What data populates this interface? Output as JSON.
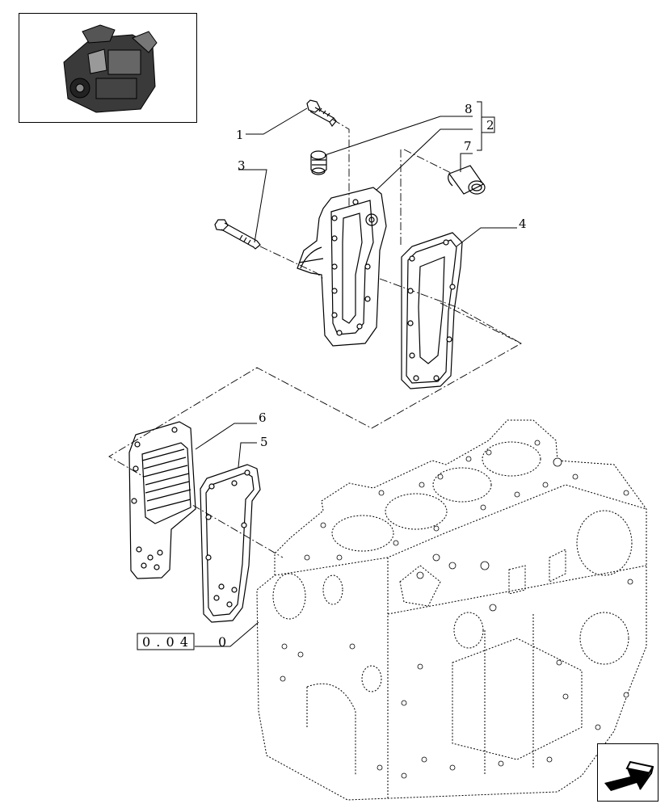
{
  "thumbnail": {
    "icon": "engine-thumbnail-icon"
  },
  "callouts": [
    {
      "id": "1",
      "label": "1"
    },
    {
      "id": "2",
      "label": "2"
    },
    {
      "id": "3",
      "label": "3"
    },
    {
      "id": "4",
      "label": "4"
    },
    {
      "id": "5",
      "label": "5"
    },
    {
      "id": "6",
      "label": "6"
    },
    {
      "id": "7",
      "label": "7"
    },
    {
      "id": "8",
      "label": "8"
    }
  ],
  "reference": {
    "boxed": "0 . 0 4",
    "suffix": "0"
  },
  "navigation": {
    "icon": "next-page-arrow-icon"
  }
}
